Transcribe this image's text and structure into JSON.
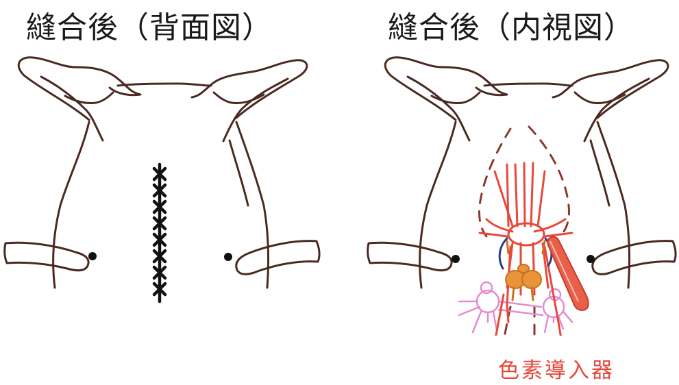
{
  "figure": {
    "left_title": "縫合後（背面図）",
    "right_title": "縫合後（内視図）",
    "callout_label": "色素導入器",
    "colors": {
      "outline": "#4a2a20",
      "suture": "#111111",
      "vessel": "#e8473a",
      "organ": "#e8953a",
      "nerve": "#2a3a8a",
      "lymph": "#e58ad2"
    }
  }
}
